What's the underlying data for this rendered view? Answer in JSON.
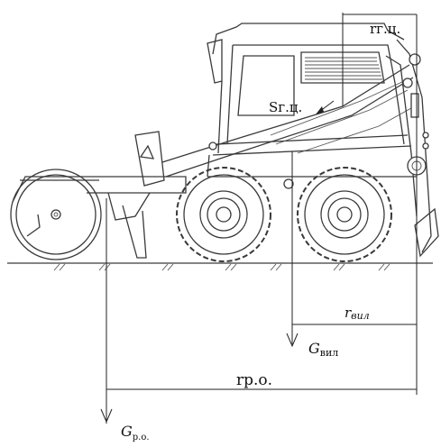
{
  "labels": {
    "r_gc": "rг.ц.",
    "s_gc": "Sг.ц.",
    "r_vil_base": "r",
    "r_vil_sub": "вил",
    "g_vil_base": "G",
    "g_vil_sub": "вил",
    "r_ro": "rр.о.",
    "g_ro_base": "G",
    "g_ro_sub": "р.о."
  }
}
